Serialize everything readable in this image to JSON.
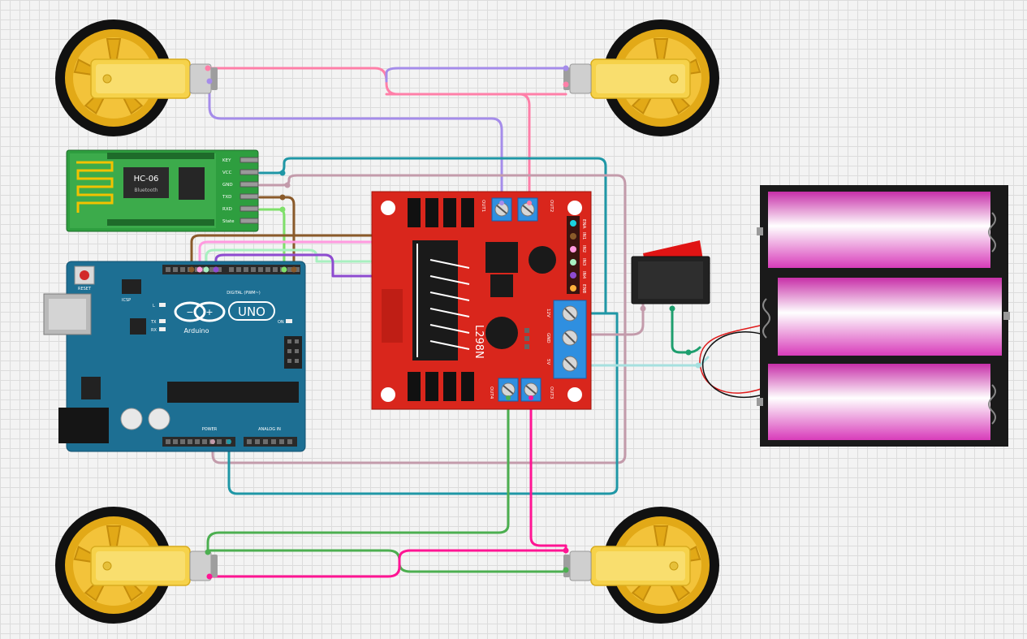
{
  "bluetooth": {
    "model": "HC-06",
    "sublabel": "Bluetooth",
    "pins": [
      "KEY",
      "VCC",
      "GND",
      "TXD",
      "RXD",
      "State"
    ]
  },
  "arduino": {
    "logo": "UNO",
    "brand": "Arduino",
    "reset": "RESET",
    "icsp": "ICSP",
    "led_l": "L",
    "led_tx": "TX",
    "led_rx": "RX",
    "on": "ON",
    "digital": "DIGITAL (PWM~)",
    "power": "POWER",
    "analog": "ANALOG IN"
  },
  "driver": {
    "chip": "L298N",
    "out1": "OUT1",
    "out2": "OUT2",
    "out3": "OUT3",
    "out4": "OUT4",
    "inputs": [
      "ENA",
      "IN1",
      "IN2",
      "IN3",
      "IN4",
      "ENB"
    ],
    "power_terms": [
      "12V",
      "GND",
      "5V"
    ]
  },
  "colors": {
    "board_red": "#d9261c",
    "arduino_blue": "#1d6f93",
    "bt_green": "#2e9e3f",
    "battery_pink": "#e34ac4",
    "wheel_yellow": "#e2a917",
    "motor_yellow": "#f6d24a",
    "terminal_blue": "#2f8fe0",
    "wire_pink": "#ff7fa8",
    "wire_purple": "#a58cea",
    "wire_teal": "#1f97a6",
    "wire_mauve": "#c39bab",
    "wire_brown": "#8a5a2a",
    "wire_lime": "#7fe06a",
    "wire_green": "#4caf50",
    "wire_magenta": "#ff1493"
  }
}
